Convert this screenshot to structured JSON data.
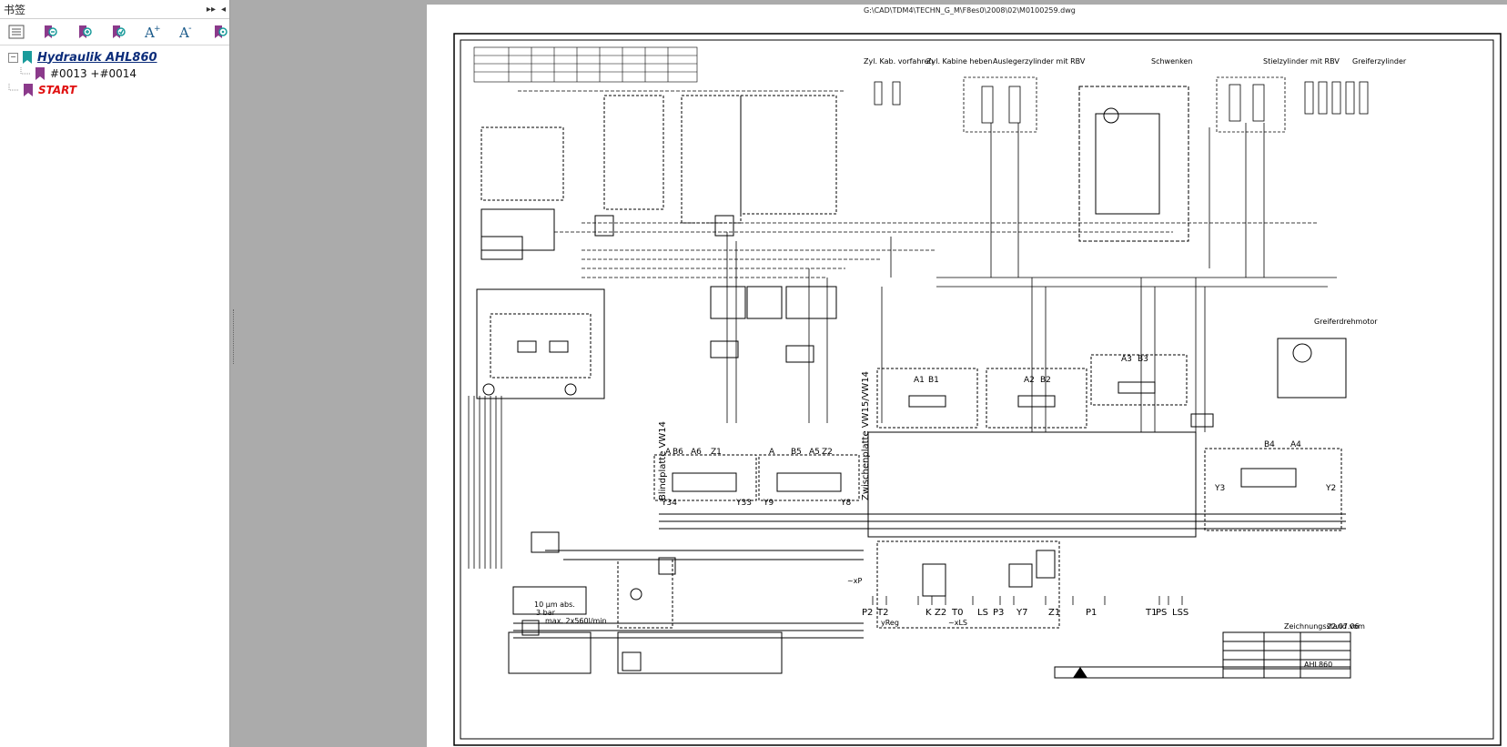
{
  "sidebar": {
    "title": "书签",
    "toolbar_icons": [
      "bookmark-options-icon",
      "bookmark-delete-icon",
      "bookmark-add-icon",
      "bookmark-expand-icon",
      "font-increase-icon",
      "font-decrease-icon",
      "bookmark-find-icon"
    ],
    "tree": [
      {
        "label": "Hydraulik AHL860",
        "expanded": true
      },
      {
        "label": "#0013 +#0014"
      },
      {
        "label": "START"
      }
    ]
  },
  "document": {
    "filepath": "G:\\CAD\\TDM4\\TECHN_G_M\\F8es0\\2008\\02\\M0100259.dwg",
    "headers": [
      "Zyl. Kab. vorfahren",
      "Zyl. Kabine heben",
      "Auslegerzylinder mit RBV",
      "Schwenken",
      "Stielzylinder mit RBV",
      "Greiferzylinder",
      "Greiferdrehmotor"
    ],
    "port_labels": [
      "P2",
      "T2",
      "K",
      "Z2",
      "T0",
      "LS",
      "P3",
      "Y7",
      "Z1",
      "P1",
      "T1",
      "PS",
      "LSS"
    ],
    "valve_labels": {
      "a1": "A1",
      "b1": "B1",
      "a2": "A2",
      "b2": "B2",
      "a3": "A3",
      "b3": "B3",
      "b4": "B4",
      "a4": "A4",
      "b6": "B6",
      "a6": "A6",
      "b5": "B5",
      "a5": "A5",
      "y3": "Y3",
      "y2": "Y2",
      "y34": "Y34",
      "y33": "Y33",
      "y9": "Y9",
      "y8": "Y8",
      "z1": "Z1",
      "z2": "Z2",
      "a_left": "A",
      "a_mid": "A"
    },
    "block_labels": {
      "blind": "Blindplatte VW14",
      "zwischen": "Zwischenplatte VW15/VW14"
    },
    "filter_text": "10 µm abs.",
    "filter_bar": "3 bar",
    "flow_text": "max. 2x560l/min",
    "xp": "~xP",
    "yreg": "yReg",
    "xls": "~xLS",
    "stand": "Zeichnungsstand vom",
    "stand_date": "22.07.06",
    "titleblock_model": "AHL860"
  },
  "colors": {
    "bookmark_teal": "#1a9b9b",
    "bookmark_purple": "#8b3a8b",
    "title_blue": "#0b2c7a",
    "start_red": "#e01010",
    "bg_gray": "#ababab"
  }
}
